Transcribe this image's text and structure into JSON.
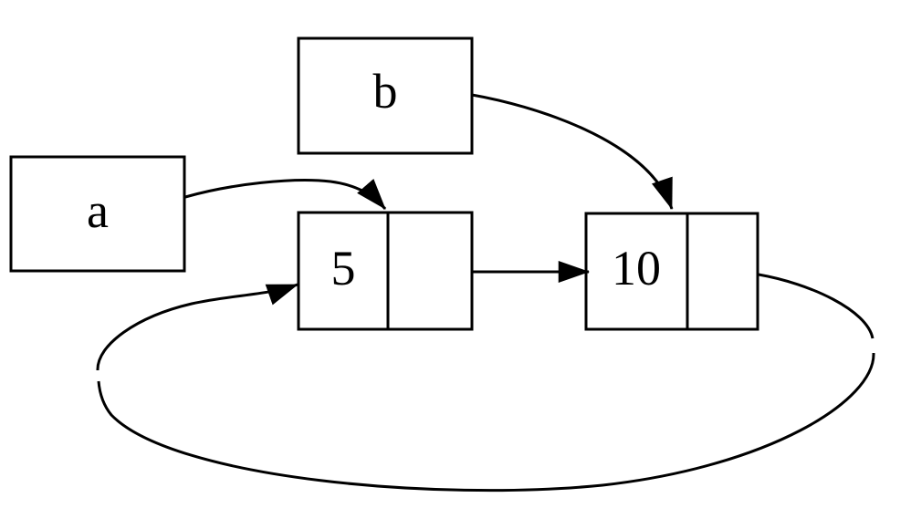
{
  "diagram": {
    "kind": "linked-list-diagram",
    "colors": {
      "stroke": "#000000",
      "background": "#ffffff"
    },
    "variables": [
      {
        "id": "a",
        "label": "a"
      },
      {
        "id": "b",
        "label": "b"
      }
    ],
    "nodes": [
      {
        "id": "node-5",
        "value": "5",
        "pointer_cell": ""
      },
      {
        "id": "node-10",
        "value": "10",
        "pointer_cell": ""
      }
    ],
    "edges": [
      {
        "from": "a",
        "to": "node-5",
        "shape": "curved",
        "arrow": "filled-triangle"
      },
      {
        "from": "b",
        "to": "node-10",
        "shape": "curved",
        "arrow": "filled-triangle"
      },
      {
        "from": "node-5.next",
        "to": "node-10",
        "shape": "straight",
        "arrow": "filled-triangle"
      },
      {
        "from": "node-10.next",
        "to": "node-5",
        "shape": "elliptical-loop",
        "arrow": "filled-triangle"
      }
    ]
  }
}
